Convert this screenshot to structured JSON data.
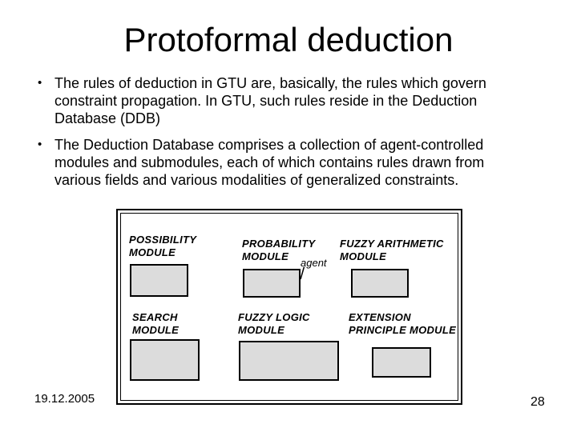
{
  "slide": {
    "title": "Protoformal deduction",
    "bullet_marker": "•",
    "bullets": [
      {
        "lines": [
          "The rules of deduction in GTU are, basically, the rules which govern",
          "constraint propagation. In GTU, such rules reside in the Deduction",
          "Database (DDB)"
        ]
      },
      {
        "lines": [
          "The Deduction Database comprises a collection of agent-controlled",
          "modules and submodules, each of which contains rules drawn from",
          "various fields and various modalities of generalized constraints."
        ]
      }
    ],
    "footer": {
      "date": "19.12.2005",
      "page_number": "28"
    }
  },
  "diagram": {
    "agent_label": "agent",
    "colors": {
      "module_box_fill": "#dcdcdc",
      "line_color": "#000000"
    },
    "modules": [
      {
        "id": "possibility",
        "label_lines": [
          "POSSIBILITY",
          "MODULE"
        ]
      },
      {
        "id": "probability",
        "label_lines": [
          "PROBABILITY",
          "MODULE"
        ]
      },
      {
        "id": "fuzzy-arithmetic",
        "label_lines": [
          "FUZZY ARITHMETIC",
          "MODULE"
        ]
      },
      {
        "id": "search",
        "label_lines": [
          "SEARCH",
          "MODULE"
        ]
      },
      {
        "id": "fuzzy-logic",
        "label_lines": [
          "FUZZY LOGIC",
          "MODULE"
        ]
      },
      {
        "id": "extension-principle",
        "label_lines": [
          "EXTENSION",
          "PRINCIPLE MODULE"
        ]
      }
    ]
  }
}
